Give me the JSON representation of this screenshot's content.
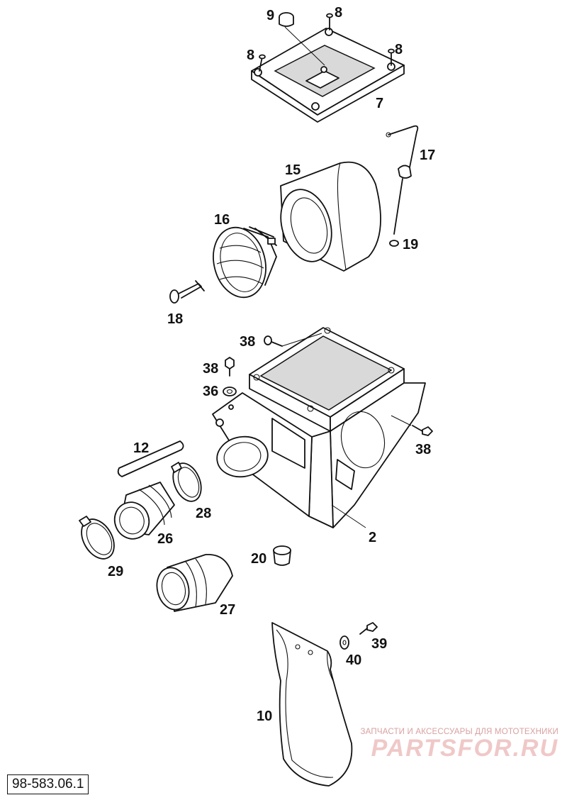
{
  "diagram": {
    "labels": [
      "9",
      "8",
      "8",
      "8",
      "7",
      "17",
      "15",
      "16",
      "19",
      "18",
      "38",
      "38",
      "36",
      "38",
      "12",
      "28",
      "26",
      "2",
      "29",
      "20",
      "27",
      "39",
      "40",
      "10"
    ],
    "code": "98-583.06.1"
  },
  "watermark": {
    "tagline": "ЗАПЧАСТИ И АКСЕССУАРЫ ДЛЯ МОТОТЕХНИКИ",
    "brand": "PARTSFOR.RU"
  },
  "colors": {
    "ink": "#111111",
    "watermark": "#f0c8c8"
  }
}
